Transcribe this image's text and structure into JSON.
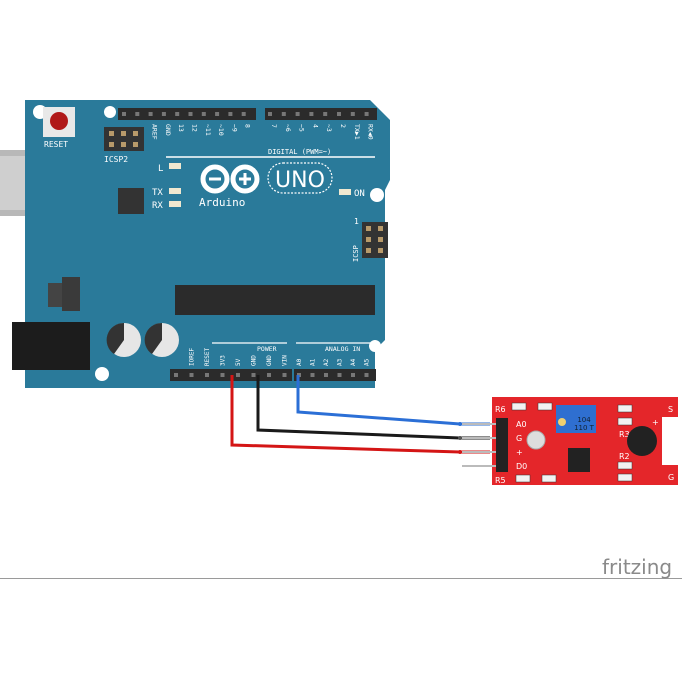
{
  "arduino": {
    "reset_label": "RESET",
    "icsp2_label": "ICSP2",
    "icsp_label": "ICSP",
    "icsp_pin1": "1",
    "digital_label": "DIGITAL (PWM=~)",
    "top_pins": [
      "AREF",
      "GND",
      "13",
      "12",
      "~11",
      "~10",
      "~9",
      "8",
      "7",
      "~6",
      "~5",
      "4",
      "~3",
      "2",
      "TX▶1",
      "RX◀0"
    ],
    "led_l": "L",
    "led_tx": "TX",
    "led_rx": "RX",
    "led_on": "ON",
    "logo_text": "UNO",
    "brand": "Arduino",
    "power_label": "POWER",
    "analog_label": "ANALOG IN",
    "power_pins": [
      "IOREF",
      "RESET",
      "3V3",
      "5V",
      "GND",
      "GND",
      "VIN"
    ],
    "analog_pins": [
      "A0",
      "A1",
      "A2",
      "A3",
      "A4",
      "A5"
    ],
    "board_color": "#2a7a9a"
  },
  "sensor": {
    "pin_labels": [
      "A0",
      "G",
      "+",
      "D0"
    ],
    "resistors": [
      "R6",
      "R5",
      "R3",
      "R2"
    ],
    "pot_text_1": "104",
    "pot_text_2": "110 T",
    "side_labels": [
      "S",
      "+",
      "G"
    ],
    "board_color": "#e4262a"
  },
  "wires": [
    {
      "name": "a0-wire",
      "color": "#2b6fd6"
    },
    {
      "name": "gnd-wire",
      "color": "#1a1a1a"
    },
    {
      "name": "5v-wire",
      "color": "#d41515"
    }
  ],
  "footer": {
    "brand": "fritzing"
  }
}
